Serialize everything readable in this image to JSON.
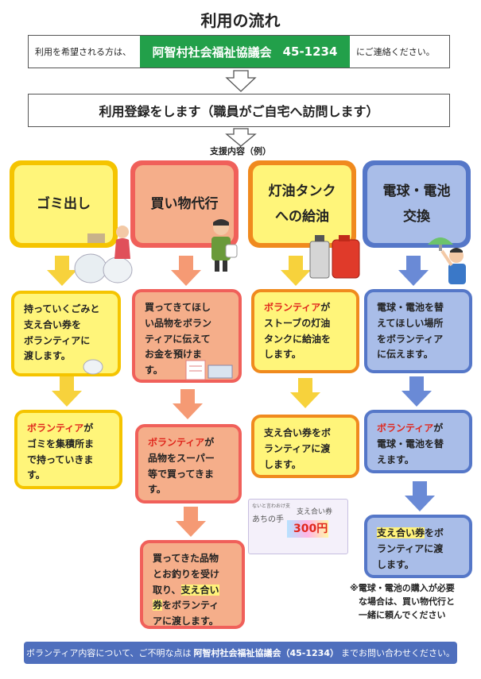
{
  "title": "利用の流れ",
  "contact": {
    "pre": "利用を希望される方は、",
    "org": "阿智村社会福祉協議会",
    "phone": "45-1234",
    "post": "にご連絡ください。"
  },
  "register": "利用登録をします（職員がご自宅へ訪問します）",
  "example_label": "支援内容（例）",
  "columns": [
    {
      "category": [
        "ゴミ出し"
      ],
      "steps": [
        [
          "持っていくごみ",
          "と",
          "支え合い券",
          "を",
          "ボランティアに",
          "渡します。"
        ],
        [
          "ボランティア",
          "が",
          "ゴミを集積所ま",
          "で持っていきま",
          "す。"
        ]
      ]
    },
    {
      "category": [
        "買い物代行"
      ],
      "steps": [
        [
          "買ってきてほし",
          "い品物をボラン",
          "ティアに伝えて",
          "お金を預けま",
          "す。"
        ],
        [
          "ボランティア",
          "が",
          "品物をスーパー",
          "等で買ってきま",
          "す。"
        ],
        [
          "買ってきた品物",
          "とお釣りを受け",
          "取り、",
          "支え合い",
          "券",
          "をボランティ",
          "アに渡します。"
        ]
      ]
    },
    {
      "category": [
        "灯油タンク",
        "への給油"
      ],
      "steps": [
        [
          "ボランティア",
          "が",
          "ストーブの灯油",
          "タンクに給油を",
          "します。"
        ],
        [
          "支え合い券",
          "をボ",
          "ランティアに渡",
          "します。"
        ]
      ]
    },
    {
      "category": [
        "電球・電池",
        "交換"
      ],
      "steps": [
        [
          "電球・電池を替",
          "えてほしい場所",
          "をボランティア",
          "に伝えます。"
        ],
        [
          "ボランティア",
          "が",
          "電球・電池を替",
          "えます。"
        ],
        [
          "支え合い券",
          "をボ",
          "ランティアに渡",
          "します。"
        ]
      ]
    }
  ],
  "note": [
    "※電球・電池の購入が必要",
    "な場合は、買い物代行と",
    "一緒に頼んでください"
  ],
  "ticket": {
    "top": "ないと言わおけ支",
    "name": "あちの手",
    "label": "支え合い券",
    "value": "300円"
  },
  "footer": {
    "pre": "ボランティア内容について、ご不明な点は",
    "org": "阿智村社会福祉協議会（45-1234）",
    "post": "までお問い合わせください。"
  },
  "colors": {
    "yellow_border": "#f5c400",
    "yellow_fill": "#fff57a",
    "salmon_border": "#f0605a",
    "salmon_fill": "#f5ae8a",
    "orange_border": "#f08a1e",
    "orange_fill": "#fff57a",
    "blue_border": "#5577c8",
    "blue_fill": "#a9bde8",
    "green": "#22a04a",
    "footer": "#4f6fbd"
  }
}
